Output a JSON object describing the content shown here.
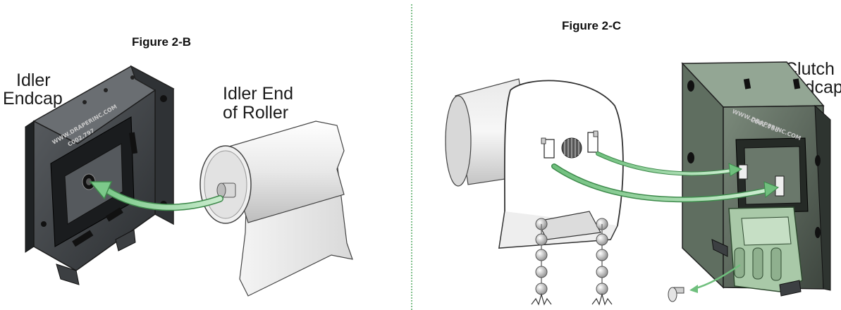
{
  "figure_b": {
    "title": "Figure 2-B",
    "endcap_label_line1": "Idler",
    "endcap_label_line2": "Endcap",
    "roller_label_line1": "Idler End",
    "roller_label_line2": "of Roller",
    "bracket_stamp_line1": "WWW.DRAPERINC.COM",
    "bracket_stamp_line2": "C002.797"
  },
  "figure_c": {
    "title": "Figure 2-C",
    "endcap_label_line1": "Clutch",
    "endcap_label_line2": "Endcap",
    "bracket_stamp_line1": "WWW.DRAPERINC.COM",
    "bracket_stamp_line2": "C002.796"
  },
  "colors": {
    "arrow": "#8fd19a",
    "bracket_dark": "#3a3d40",
    "bracket_c": "#5b6a5c",
    "clutch_green": "#a9c9a8"
  }
}
